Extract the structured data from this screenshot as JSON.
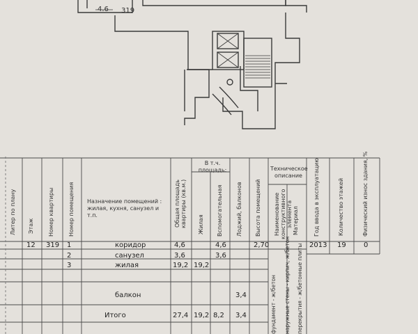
{
  "plan": {
    "dim_label": "4.6",
    "apartment_label": "319"
  },
  "table": {
    "headers": {
      "col0": "Литер по плану",
      "floor": "Этаж",
      "apartment_no": "Номер квартиры",
      "room_no": "Номер помещения",
      "purpose": "Назначение помещений : жилая, кухня, санузел и т.п.",
      "total_area": "Общая площадь квартиры (кв.м.)",
      "incl_area": "В т.ч. площадь:",
      "living": "Жилая",
      "auxiliary": "Вспомогательная",
      "loggias": "Лоджий, балконов",
      "height": "Высота помещений",
      "tech_desc": "Техническое описание",
      "element_name": "Наименование конструктивного элемента",
      "material": "Материал",
      "year": "Год ввода в эксплуатацию",
      "floors_count": "Количество этажей",
      "wear": "Физический износ здания, %"
    },
    "rows": [
      {
        "floor": "12",
        "apartment_no": "319",
        "room_no": "1",
        "purpose": "коридор",
        "total": "4,6",
        "living": "",
        "aux": "4,6",
        "loggia": "",
        "height": "2,70"
      },
      {
        "floor": "",
        "apartment_no": "",
        "room_no": "2",
        "purpose": "санузел",
        "total": "3,6",
        "living": "",
        "aux": "3,6",
        "loggia": "",
        "height": ""
      },
      {
        "floor": "",
        "apartment_no": "",
        "room_no": "3",
        "purpose": "жилая",
        "total": "19,2",
        "living": "19,2",
        "aux": "",
        "loggia": "",
        "height": ""
      },
      {
        "floor": "",
        "apartment_no": "",
        "room_no": "",
        "purpose": "балкон",
        "total": "",
        "living": "",
        "aux": "",
        "loggia": "3,4",
        "height": ""
      },
      {
        "floor": "",
        "apartment_no": "",
        "room_no": "",
        "purpose": "Итого",
        "total": "27,4",
        "living": "19,2",
        "aux": "8,2",
        "loggia": "3,4",
        "height": ""
      }
    ],
    "building": {
      "year": "2013",
      "floors": "19",
      "wear": "0"
    },
    "materials": {
      "foundation": "фундамент - ж/бетон",
      "walls": "наружные стены - кирпич, ж/бетон",
      "slabs": "перекрытия - ж/бетонные плиты"
    }
  }
}
